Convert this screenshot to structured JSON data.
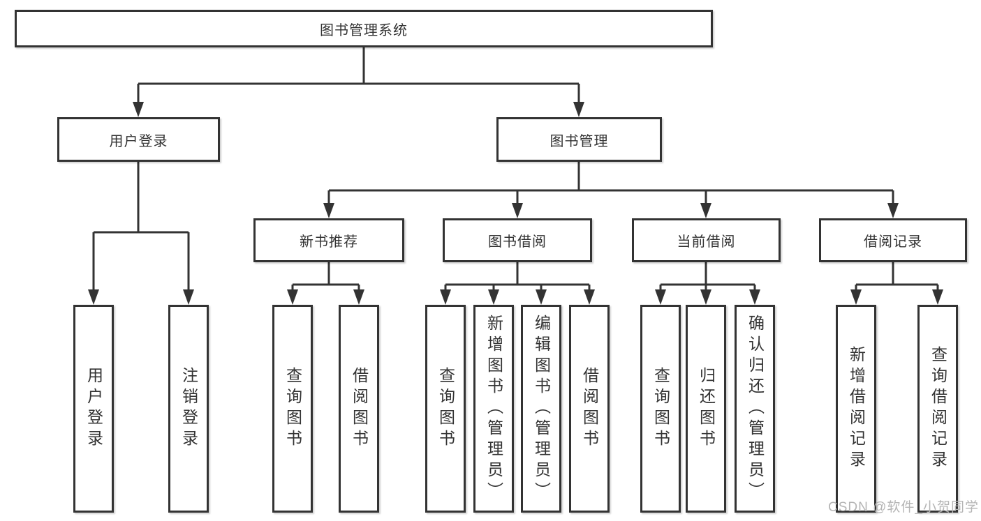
{
  "tree": {
    "label": "图书管理系统",
    "children": [
      {
        "label": "用户登录",
        "children": [
          {
            "label": "用户登录"
          },
          {
            "label": "注销登录"
          }
        ]
      },
      {
        "label": "图书管理",
        "children": [
          {
            "label": "新书推荐",
            "children": [
              {
                "label": "查询图书"
              },
              {
                "label": "借阅图书"
              }
            ]
          },
          {
            "label": "图书借阅",
            "children": [
              {
                "label": "查询图书"
              },
              {
                "label": "新增图书（管理员）"
              },
              {
                "label": "编辑图书（管理员）"
              },
              {
                "label": "借阅图书"
              }
            ]
          },
          {
            "label": "当前借阅",
            "children": [
              {
                "label": "查询图书"
              },
              {
                "label": "归还图书"
              },
              {
                "label": "确认归还（管理员）"
              }
            ]
          },
          {
            "label": "借阅记录",
            "children": [
              {
                "label": "新增借阅记录"
              },
              {
                "label": "查询借阅记录"
              }
            ]
          }
        ]
      }
    ]
  },
  "watermark": "CSDN @软件_小贺同学",
  "colors": {
    "line": "#333333",
    "box_border": "#333333",
    "box_fill": "#ffffff",
    "text": "#333333",
    "watermark": "#b5b5b5"
  }
}
